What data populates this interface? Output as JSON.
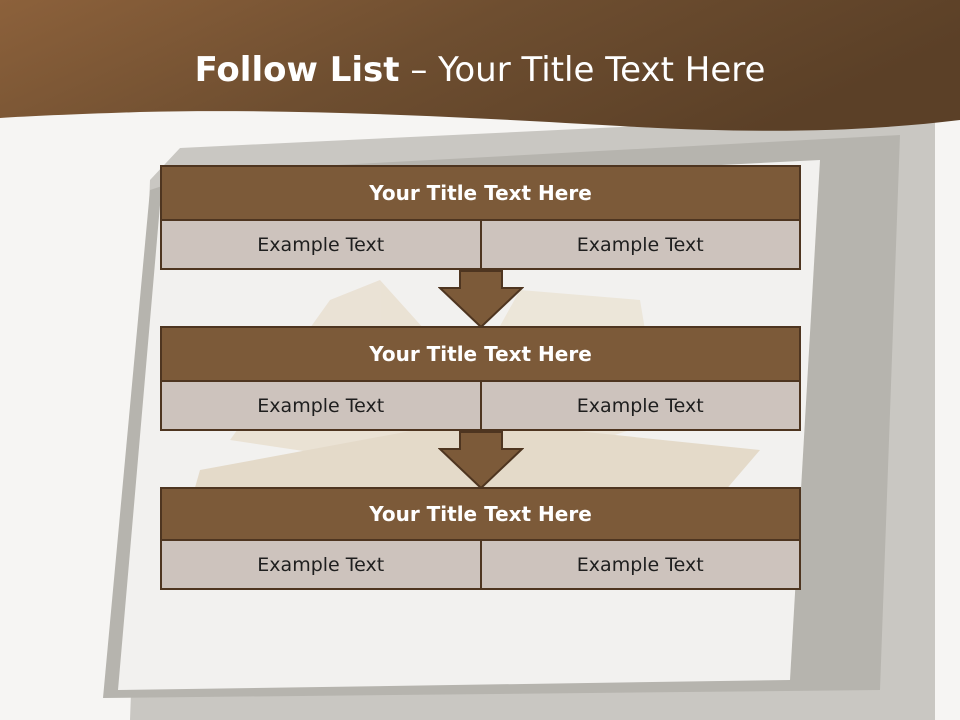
{
  "slide": {
    "title_bold": "Follow List",
    "title_rest": " – Your Title Text Here",
    "colors": {
      "banner": "#7c5a39",
      "header_fill": "#7c5a39",
      "cell_fill": "#cdc3bd",
      "outline": "#4e3520"
    }
  },
  "steps": [
    {
      "title": "Your Title Text Here",
      "left": "Example Text",
      "right": "Example Text"
    },
    {
      "title": "Your Title Text Here",
      "left": "Example Text",
      "right": "Example Text"
    },
    {
      "title": "Your Title Text Here",
      "left": "Example Text",
      "right": "Example Text"
    }
  ],
  "icons": [
    "down-arrow-icon",
    "down-arrow-icon"
  ]
}
